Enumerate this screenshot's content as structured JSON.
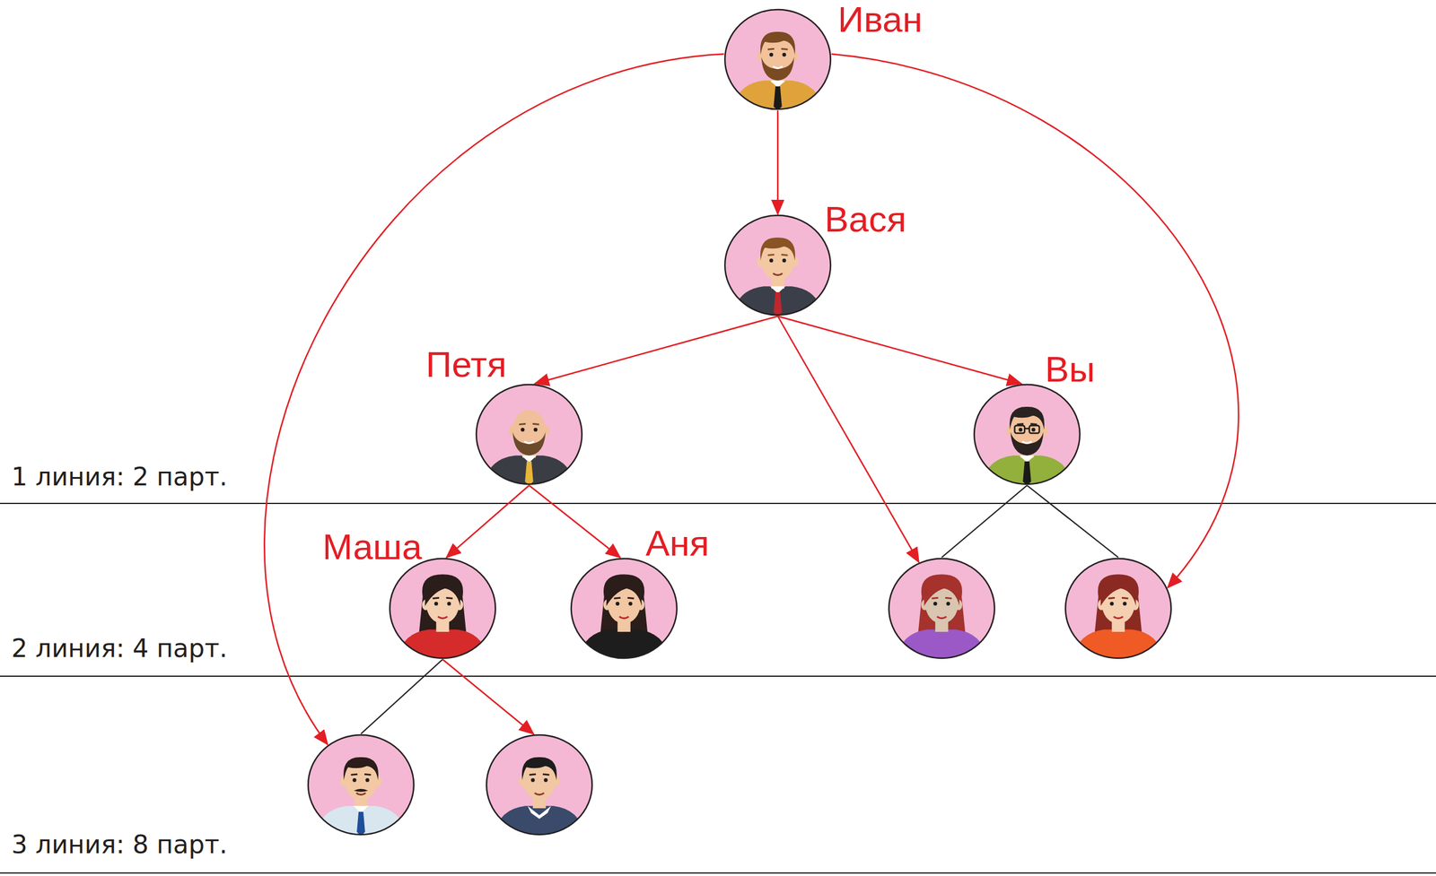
{
  "diagram": {
    "nodes": [
      {
        "text": [
          "Иван"
        ]
      },
      {
        "text": [
          "Вася"
        ]
      },
      {
        "text": [
          "Петя"
        ]
      },
      {
        "text": [
          "Вы"
        ]
      },
      {
        "text": [
          "Маша"
        ]
      },
      {
        "text": [
          "Аня"
        ]
      },
      {
        "text": []
      },
      {
        "text": []
      },
      {
        "text": []
      },
      {
        "text": []
      }
    ],
    "edges": [
      {
        "from": 0,
        "to": 1,
        "arrow": "to"
      },
      {
        "from": 0,
        "to": 8,
        "arrow": "to"
      },
      {
        "from": 0,
        "to": 7,
        "arrow": "to"
      },
      {
        "from": 1,
        "to": 2,
        "arrow": "to"
      },
      {
        "from": 1,
        "to": 3,
        "arrow": "to"
      },
      {
        "from": 1,
        "to": 6,
        "arrow": "to"
      },
      {
        "from": 2,
        "to": 4,
        "arrow": "to"
      },
      {
        "from": 2,
        "to": 5,
        "arrow": "to"
      },
      {
        "from": 3,
        "to": 6,
        "arrow": "none"
      },
      {
        "from": 3,
        "to": 7,
        "arrow": "none"
      },
      {
        "from": 4,
        "to": 8,
        "arrow": "none"
      },
      {
        "from": 4,
        "to": 9,
        "arrow": "to"
      }
    ],
    "labels": [
      "1 линия: 2 парт.",
      "2 линия: 4 парт.",
      "3 линия: 8 парт."
    ]
  }
}
